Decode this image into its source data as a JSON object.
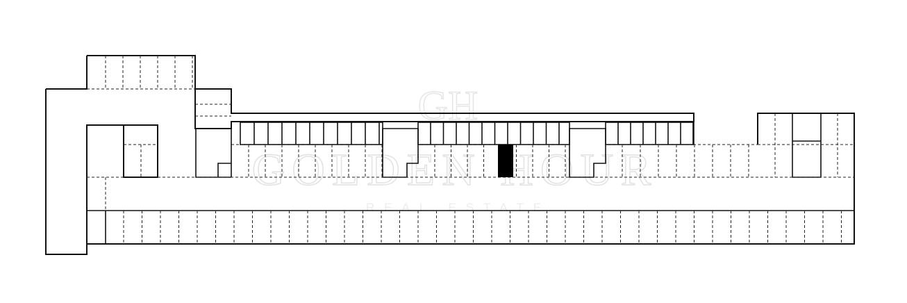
{
  "watermark": {
    "monogram": "GH",
    "title": "GOLDEN HOUR",
    "subtitle": "REAL ESTATE"
  },
  "plan": {
    "highlighted_unit_color": "#000000",
    "line_color": "#111111",
    "background_color": "#ffffff"
  }
}
